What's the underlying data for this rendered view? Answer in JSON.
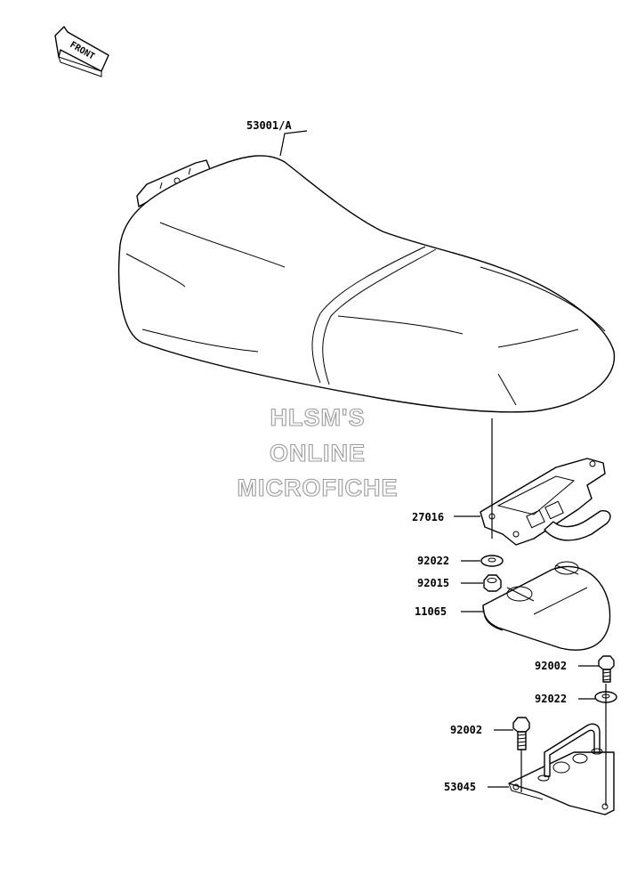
{
  "front_indicator": {
    "text": "FRONT"
  },
  "watermark": {
    "lines": [
      "HLSM'S",
      "ONLINE",
      "MICROFICHE"
    ]
  },
  "callouts": [
    {
      "id": "seat",
      "part_number": "53001/A"
    },
    {
      "id": "seat-bracket",
      "part_number": "27016"
    },
    {
      "id": "washer-upper",
      "part_number": "92022"
    },
    {
      "id": "nut",
      "part_number": "92015"
    },
    {
      "id": "cover",
      "part_number": "11065"
    },
    {
      "id": "bolt-upper",
      "part_number": "92002"
    },
    {
      "id": "washer-lower",
      "part_number": "92022"
    },
    {
      "id": "bolt-lower",
      "part_number": "92002"
    },
    {
      "id": "stay",
      "part_number": "53045"
    }
  ]
}
